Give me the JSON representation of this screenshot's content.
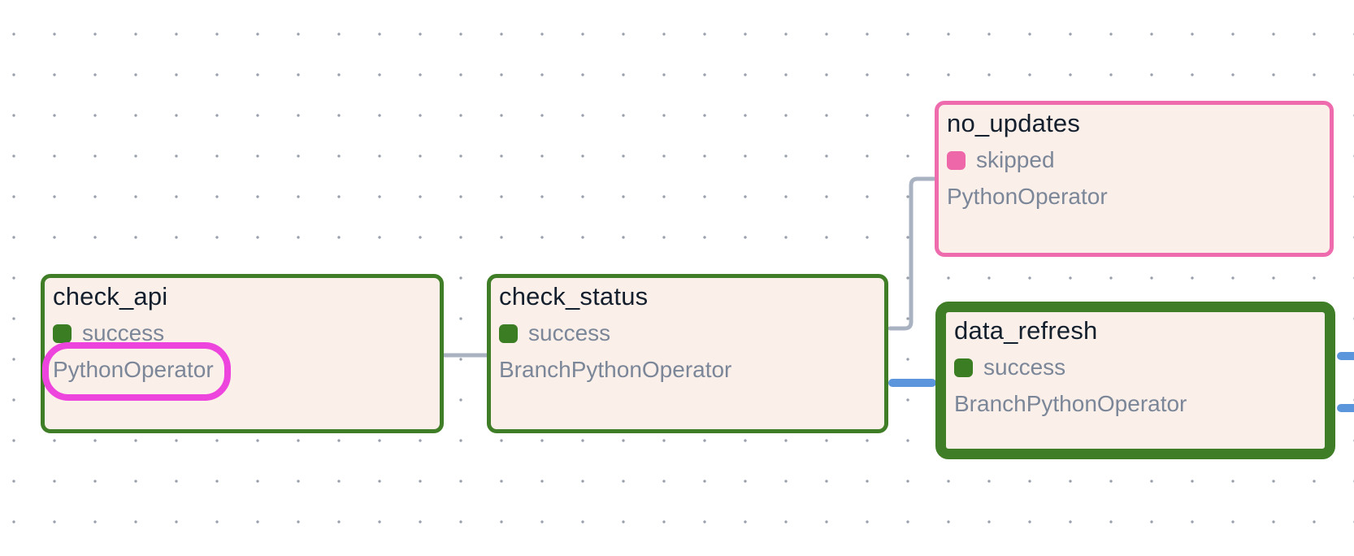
{
  "view": "airflow-dag-graph",
  "colors": {
    "canvas_bg": "#ffffff",
    "grid_dot": "#9aa0ab",
    "node_bg": "#fbefe9",
    "success_border": "#3f7e27",
    "skipped_border": "#ee6cad",
    "success_chip": "#3a7d22",
    "skipped_chip": "#ee67a8",
    "title_text": "#141f2e",
    "secondary_text": "#7b8799",
    "edge_gray": "#a8b2c1",
    "edge_blue": "#5b96dd",
    "annotation_ring": "#ee44de"
  },
  "nodes": [
    {
      "id": "check_api",
      "title": "check_api",
      "state": "success",
      "operator": "PythonOperator",
      "selected": false,
      "operator_highlighted": true
    },
    {
      "id": "check_status",
      "title": "check_status",
      "state": "success",
      "operator": "BranchPythonOperator",
      "selected": false,
      "operator_highlighted": false
    },
    {
      "id": "no_updates",
      "title": "no_updates",
      "state": "skipped",
      "operator": "PythonOperator",
      "selected": false,
      "operator_highlighted": false
    },
    {
      "id": "data_refresh",
      "title": "data_refresh",
      "state": "success",
      "operator": "BranchPythonOperator",
      "selected": true,
      "operator_highlighted": false
    }
  ],
  "edges": [
    {
      "from": "check_api",
      "to": "check_status",
      "color": "gray",
      "shape": "straight"
    },
    {
      "from": "check_status",
      "to": "no_updates",
      "color": "gray",
      "shape": "elbow-up"
    },
    {
      "from": "check_status",
      "to": "data_refresh",
      "color": "blue",
      "shape": "straight"
    },
    {
      "from": "data_refresh",
      "to": "offscreen-right",
      "color": "blue",
      "shape": "stub"
    },
    {
      "from": "data_refresh",
      "to": "offscreen-right",
      "color": "blue",
      "shape": "stub"
    }
  ],
  "annotation": {
    "type": "ring",
    "around": "check_api operator label"
  }
}
